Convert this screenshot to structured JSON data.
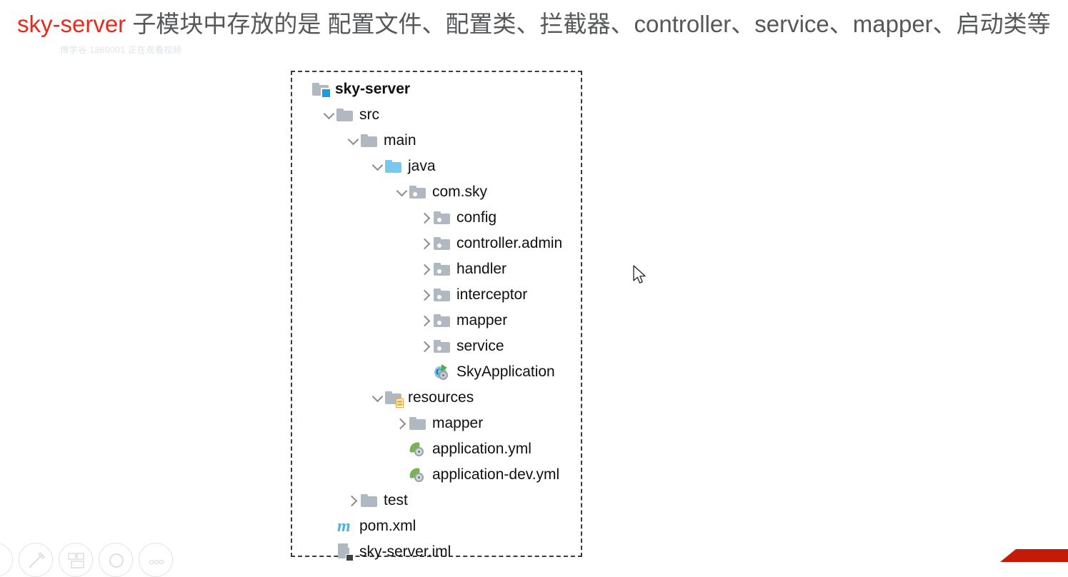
{
  "slide": {
    "title_highlight": "sky-server",
    "title_rest": " 子模块中存放的是 配置文件、配置类、拦截器、controller、service、mapper、启动类等",
    "highlight_color": "#e8291c",
    "text_color": "#555759",
    "watermark": "博学谷 1860001 正在观看视频"
  },
  "project_tree": {
    "nodes": [
      {
        "label": "sky-server",
        "indent": 0,
        "twisty": "none",
        "icon": "module-folder-icon",
        "bold": true
      },
      {
        "label": "src",
        "indent": 1,
        "twisty": "down",
        "icon": "folder-icon",
        "bold": false
      },
      {
        "label": "main",
        "indent": 2,
        "twisty": "down",
        "icon": "folder-icon",
        "bold": false
      },
      {
        "label": "java",
        "indent": 3,
        "twisty": "down",
        "icon": "source-folder-icon",
        "bold": false
      },
      {
        "label": "com.sky",
        "indent": 4,
        "twisty": "down",
        "icon": "package-icon",
        "bold": false
      },
      {
        "label": "config",
        "indent": 5,
        "twisty": "right",
        "icon": "package-icon",
        "bold": false
      },
      {
        "label": "controller.admin",
        "indent": 5,
        "twisty": "right",
        "icon": "package-icon",
        "bold": false
      },
      {
        "label": "handler",
        "indent": 5,
        "twisty": "right",
        "icon": "package-icon",
        "bold": false
      },
      {
        "label": "interceptor",
        "indent": 5,
        "twisty": "right",
        "icon": "package-icon",
        "bold": false
      },
      {
        "label": "mapper",
        "indent": 5,
        "twisty": "right",
        "icon": "package-icon",
        "bold": false
      },
      {
        "label": "service",
        "indent": 5,
        "twisty": "right",
        "icon": "package-icon",
        "bold": false
      },
      {
        "label": "SkyApplication",
        "indent": 5,
        "twisty": "none",
        "icon": "spring-boot-class-icon",
        "bold": false
      },
      {
        "label": "resources",
        "indent": 3,
        "twisty": "down",
        "icon": "resources-folder-icon",
        "bold": false
      },
      {
        "label": "mapper",
        "indent": 4,
        "twisty": "right",
        "icon": "folder-icon",
        "bold": false
      },
      {
        "label": "application.yml",
        "indent": 4,
        "twisty": "none",
        "icon": "spring-yaml-icon",
        "bold": false
      },
      {
        "label": "application-dev.yml",
        "indent": 4,
        "twisty": "none",
        "icon": "spring-yaml-icon",
        "bold": false
      },
      {
        "label": "test",
        "indent": 2,
        "twisty": "right",
        "icon": "folder-icon",
        "bold": false
      },
      {
        "label": "pom.xml",
        "indent": 1,
        "twisty": "none",
        "icon": "maven-icon",
        "bold": false
      },
      {
        "label": "sky-server.iml",
        "indent": 1,
        "twisty": "none",
        "icon": "iml-file-icon",
        "bold": false
      }
    ]
  },
  "bottom_toolbar": {
    "buttons": [
      {
        "name": "pen-tool"
      },
      {
        "name": "layout-tool"
      },
      {
        "name": "circle-tool"
      },
      {
        "name": "more-tool"
      }
    ]
  }
}
